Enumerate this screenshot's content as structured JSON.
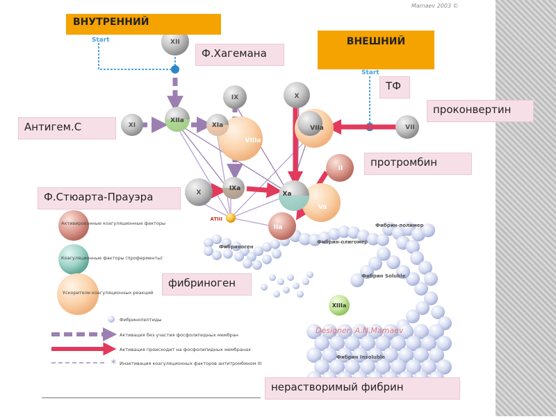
{
  "header": {
    "internal": "ВНУТРЕННИЙ",
    "external": "ВНЕШНИЙ",
    "copyright": "Mamaev 2003 ©"
  },
  "labels": {
    "hageman": "Ф.Хагемана",
    "tf": "ТФ",
    "proconvertin": "проконвертин",
    "antigem": "Антигем.С",
    "prothrombin": "протромбин",
    "stuart": "Ф.Стюарта-Прауэра",
    "fibrinogen": "фибриноген",
    "insoluble_fibrin": "нерастворимый фибрин"
  },
  "diagram": {
    "start_left": "Start",
    "start_right": "Start",
    "factors": {
      "xii": "XII",
      "xi": "XI",
      "xiia": "XIIa",
      "xia": "XIa",
      "ix": "IX",
      "viiia": "VIIIa",
      "x_top": "X",
      "viia": "VIIa",
      "vii": "VII",
      "x_left": "X",
      "ixa": "IXa",
      "xa": "Xa",
      "ii": "II",
      "va": "Va",
      "atiii": "ATIII",
      "iia": "IIa",
      "xiiia": "XIIIa"
    },
    "fibrin_labels": {
      "fibrinogen": "Фибриноген",
      "oligomer": "Фибрин-олигомер",
      "polymer": "Фибрин-полимер",
      "soluble": "Фибрин Soluble",
      "insoluble": "Фибрин Insoluble",
      "designer": "Designer: A.N.Mamaev"
    }
  },
  "legend": {
    "activated": "Активированные коагуляционные факторы",
    "proenzymes": "Коагуляционные факторы (проферменты)",
    "accelerators": "Ускорители коагуляционных реакций",
    "fibrinopeptides": "Фибринопептиды",
    "arrow_no_membrane": "Активация без участия фосфолипидных мембран",
    "arrow_membrane": "Активация происходит на фосфолипидных мембранах",
    "arrow_inactivation": "Инактивация коагуляционных факторов антитромбином III"
  },
  "colors": {
    "label_pink": "#f7dfe8",
    "label_orange": "#f5a300",
    "arrow_red": "#e23a5c",
    "arrow_purple": "#9b7fb1",
    "arrow_lilac": "#b9a6d8",
    "line_blue": "#4aa3df"
  }
}
